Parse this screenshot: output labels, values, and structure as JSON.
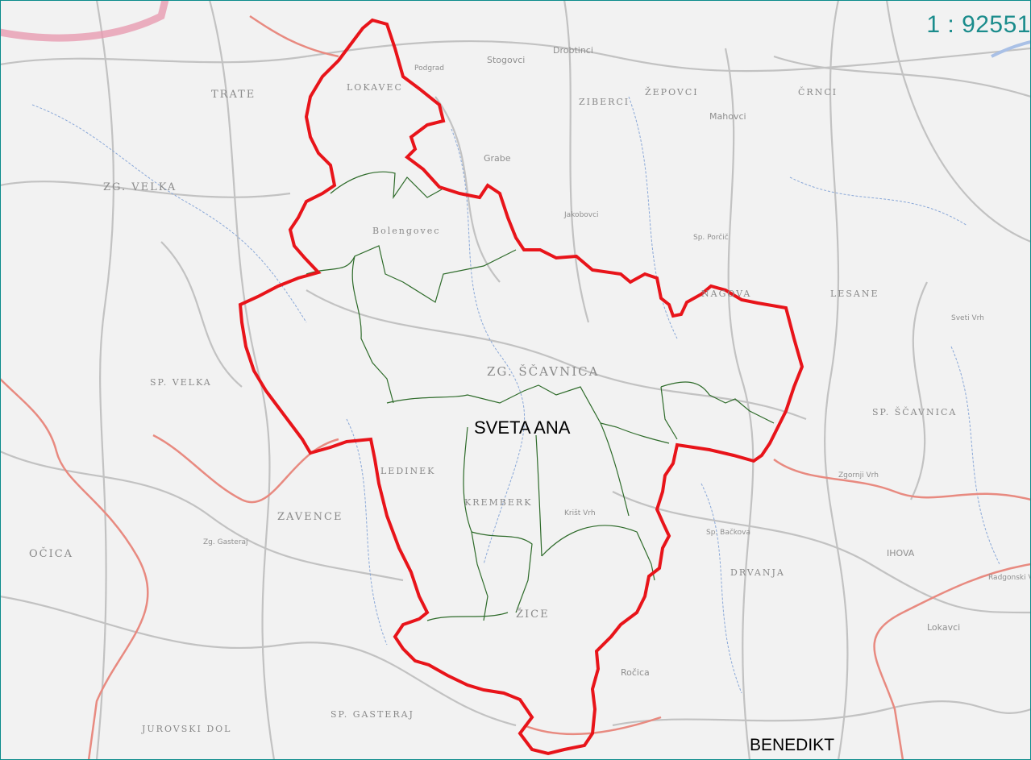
{
  "scale_text": "1 : 92551",
  "municipality": {
    "name": "SVETA ANA"
  },
  "neighbor": {
    "name": "BENEDIKT"
  },
  "places": [
    "LOKAVEC",
    "TRATE",
    "ZG. VELKA",
    "Bolengovec",
    "ZG. ŠČAVNICA",
    "SP. VELKA",
    "LEDINEK",
    "KREMBERK",
    "ZAVENCE",
    "NAGOVA",
    "LESANE",
    "SP. ŠČAVNICA",
    "DRVANJA",
    "ŽICE",
    "SP. GASTERAJ",
    "JUROVSKI DOL",
    "OČICA",
    "ZIBERCI",
    "ČRNCI",
    "ŽEPOVCI",
    "Stogovci",
    "Drobtinci",
    "Mahovci",
    "Grabe",
    "Jakobovci",
    "Sp. Porčič",
    "Ročica",
    "IHOVA",
    "Lokavci",
    "Krišt Vrh",
    "Zg. Gasteraj",
    "Sp. Bačkova",
    "Zgornji Vrh",
    "Radgonski Vrh",
    "Podgrad",
    "Sveti Vrh"
  ],
  "colors": {
    "municipality_border": "#e8141a",
    "settlement_border": "#2e6b2a",
    "regional_border": "#e88a80",
    "scale": "#1b8c8c"
  }
}
